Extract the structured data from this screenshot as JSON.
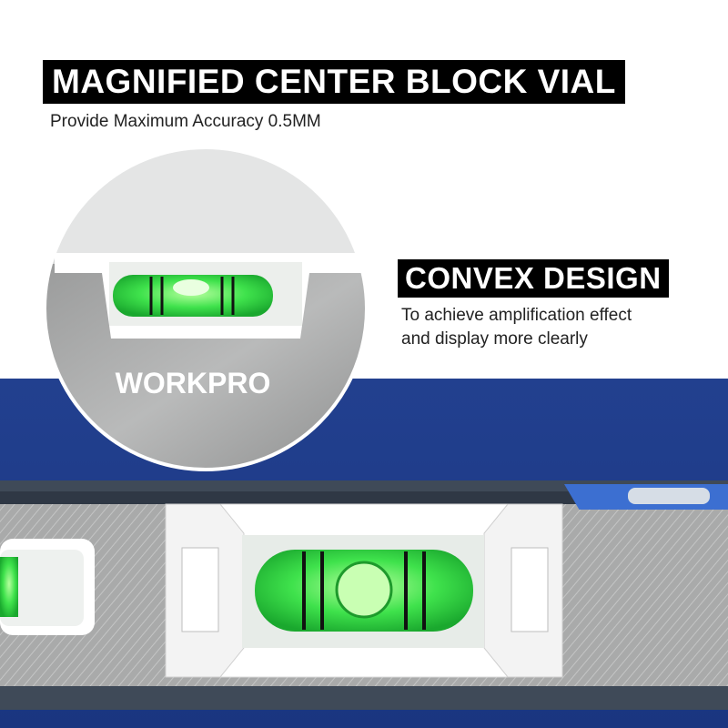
{
  "headline_main": "MAGNIFIED CENTER BLOCK VIAL",
  "sub_main": "Provide Maximum Accuracy 0.5MM",
  "headline_convex": "CONVEX DESIGN",
  "sub_convex_line1": "To achieve amplification effect",
  "sub_convex_line2": "and display more clearly",
  "brand": "WORKPRO",
  "colors": {
    "background": "#ffffff",
    "headline_bg": "#000000",
    "band_blue": "#1f3a8c",
    "body_gray": "#8e8f8f",
    "vial_green": "#39e04a"
  }
}
